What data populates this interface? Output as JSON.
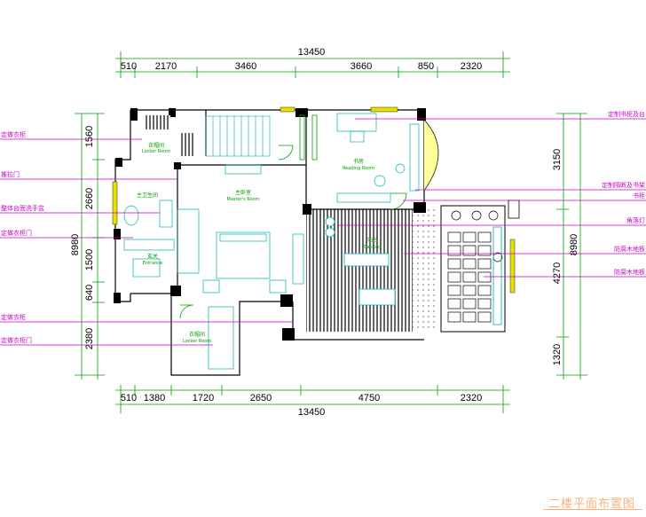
{
  "dimensions": {
    "top_total": "13450",
    "top_segments": [
      "510",
      "2170",
      "3460",
      "3660",
      "850",
      "2320"
    ],
    "bottom_total": "13450",
    "bottom_segments": [
      "510",
      "1380",
      "1720",
      "2650",
      "4750",
      "2320"
    ],
    "left_total": "8980",
    "left_segments": [
      "1560",
      "2660",
      "1500",
      "640",
      "2380"
    ],
    "right_total": "8980",
    "right_segments": [
      "3150",
      "4270",
      "1320"
    ]
  },
  "rooms": {
    "locker_top": {
      "cn": "衣帽间",
      "en": "Locker Room"
    },
    "bathroom": {
      "cn": "主卫生间",
      "en": ""
    },
    "master": {
      "cn": "主卧室",
      "en": "Master's Room"
    },
    "reading": {
      "cn": "书房",
      "en": "Reading Room"
    },
    "balcony": {
      "cn": "阳台",
      "en": "Balcony"
    },
    "entrance": {
      "cn": "玄关",
      "en": "Entrance"
    },
    "locker_bottom": {
      "cn": "衣帽间",
      "en": "Locker Room"
    }
  },
  "notes_left": [
    "定做衣柜",
    "推拉门",
    "整体台面洗手盆",
    "定做衣柜门",
    "定做衣柜",
    "定做衣柜门"
  ],
  "notes_right": [
    "定制书柜及台",
    "定制隔断及书架",
    "书柜",
    "角落灯",
    "防腐木地板",
    "防腐木地板"
  ],
  "sheet_title": "二楼平面布置图",
  "colors": {
    "wall": "#000000",
    "furniture": "#00b0b0",
    "dimension": "#00a000",
    "leader": "#cc00cc",
    "window": "#e8e000",
    "door": "#00a000",
    "title": "#f5b37a"
  }
}
